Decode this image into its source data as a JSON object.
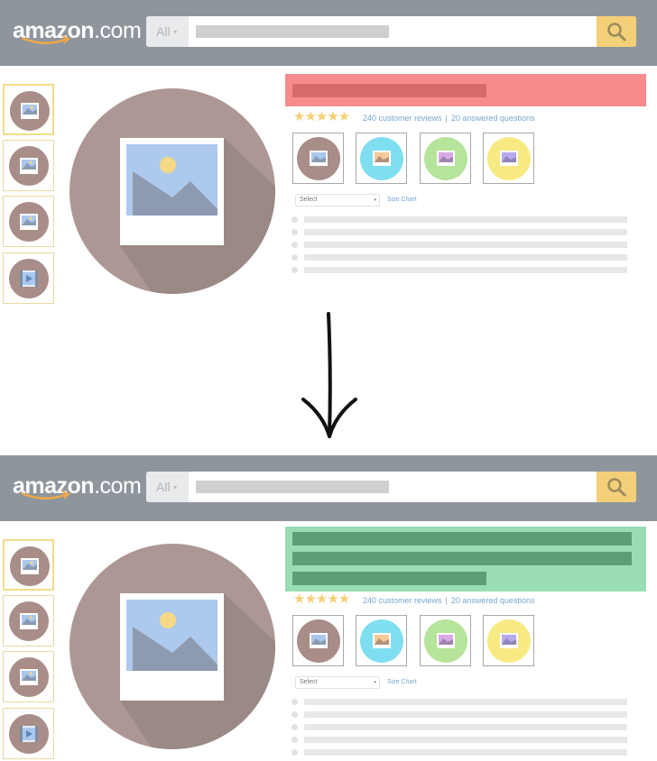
{
  "brand": {
    "logo_main": "amazon",
    "logo_suffix": ".com",
    "header_color": "#8e959d",
    "search_button_color": "#f3d078"
  },
  "search": {
    "department_label": "All",
    "department_caret": "▾",
    "search_icon": "magnifier-icon"
  },
  "product": {
    "stars": "★★★★★",
    "reviews_link": "240 customer reviews",
    "separator": "|",
    "questions_link": "20 answered questions",
    "select_label": "Select",
    "select_caret": "▾",
    "size_chart_link": "Size Chart"
  },
  "before": {
    "title_highlight_color": "#f78a8c",
    "title_bar_color": "#d86a6c",
    "title_lines": 1
  },
  "after": {
    "title_highlight_color": "#9adcb4",
    "title_bar_color": "#5c9e76",
    "title_lines": 3
  },
  "swatch_colors": [
    "#a88d88",
    "#7fdff0",
    "#b5e49a",
    "#f8ea82"
  ],
  "flow_arrow_icon": "down-arrow-icon"
}
